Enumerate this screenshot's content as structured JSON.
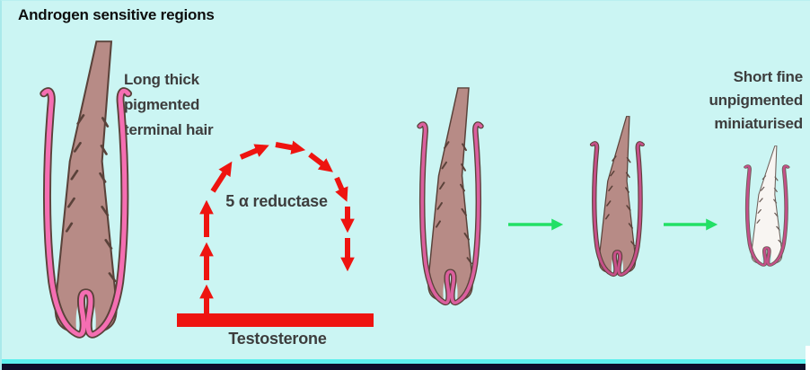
{
  "title": "Androgen sensitive regions",
  "labels": {
    "terminal_hair": [
      "Long thick",
      "pigmented",
      "terminal hair"
    ],
    "enzyme": "5 α reductase",
    "substrate": "Testosterone",
    "miniaturised": [
      "Short fine",
      "unpigmented",
      "miniaturised"
    ]
  },
  "colors": {
    "background": "#cbf5f3",
    "border_line": "#5df0ee",
    "border_dark": "#0e0e2a",
    "arrow_red": "#ee1410",
    "arrow_green": "#22e065",
    "label_text": "#3d3d3d",
    "title_text": "#0d0d0d"
  },
  "follicles": [
    {
      "name": "terminal-hair-follicle",
      "shaft_fill": "#b78b86",
      "sheath_pink": "#f56eb2",
      "outline": "#5a423a"
    },
    {
      "name": "follicle-stage-2",
      "shaft_fill": "#b78b86",
      "sheath_pink": "#db5f9e",
      "outline": "#5a423a"
    },
    {
      "name": "follicle-stage-3",
      "shaft_fill": "#b78b86",
      "sheath_pink": "#c65089",
      "outline": "#5a423a"
    },
    {
      "name": "miniaturised-follicle",
      "shaft_fill": "#f8f5f2",
      "sheath_pink": "#c65089",
      "outline": "#6b5e58"
    }
  ]
}
